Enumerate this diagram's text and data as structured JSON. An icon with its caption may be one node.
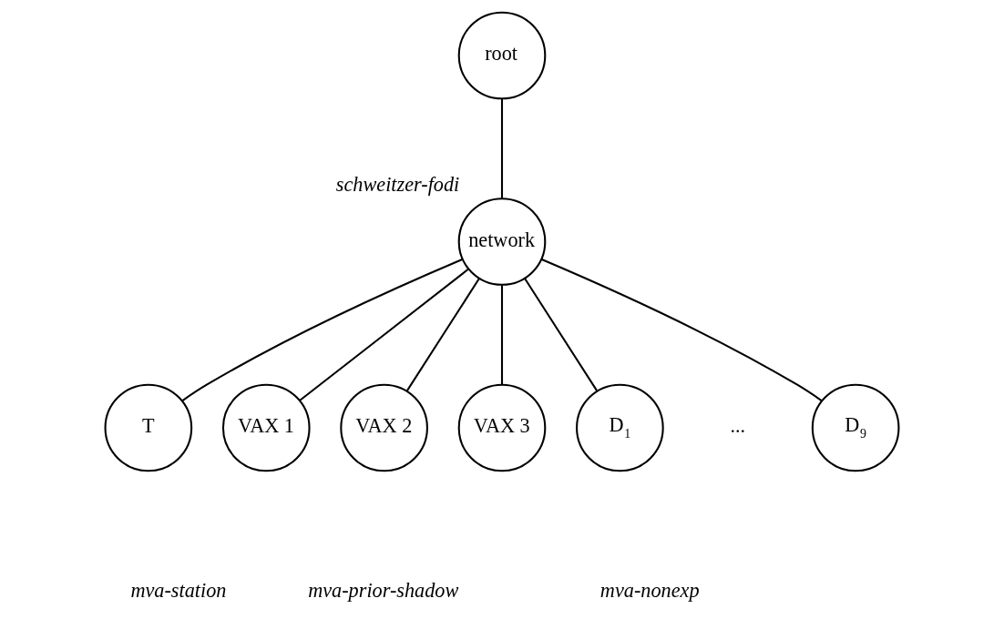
{
  "diagram": {
    "nodes": [
      {
        "text": [
          "root"
        ]
      },
      {
        "text": [
          "network"
        ],
        "beside": [
          "schweitzer-fodi"
        ]
      },
      {
        "text": [
          "T"
        ]
      },
      {
        "text": [
          "VAX 1"
        ]
      },
      {
        "text": [
          "VAX 2"
        ]
      },
      {
        "text": [
          "VAX 3"
        ]
      },
      {
        "text": [
          "D$_{1}$"
        ]
      },
      {
        "text": [
          "D$_{9}$"
        ]
      }
    ],
    "edges": [
      {
        "from": 0,
        "to": 1,
        "arrow": "none"
      },
      {
        "from": 1,
        "to": 2,
        "arrow": "none"
      },
      {
        "from": 1,
        "to": 3,
        "arrow": "none"
      },
      {
        "from": 1,
        "to": 4,
        "arrow": "none"
      },
      {
        "from": 1,
        "to": 5,
        "arrow": "none"
      },
      {
        "from": 1,
        "to": 6,
        "arrow": "none"
      },
      {
        "from": 1,
        "to": 7,
        "arrow": "none"
      }
    ],
    "labels": [
      "...",
      "mva-station",
      "mva-prior-shadow",
      "mva-nonexp"
    ]
  }
}
